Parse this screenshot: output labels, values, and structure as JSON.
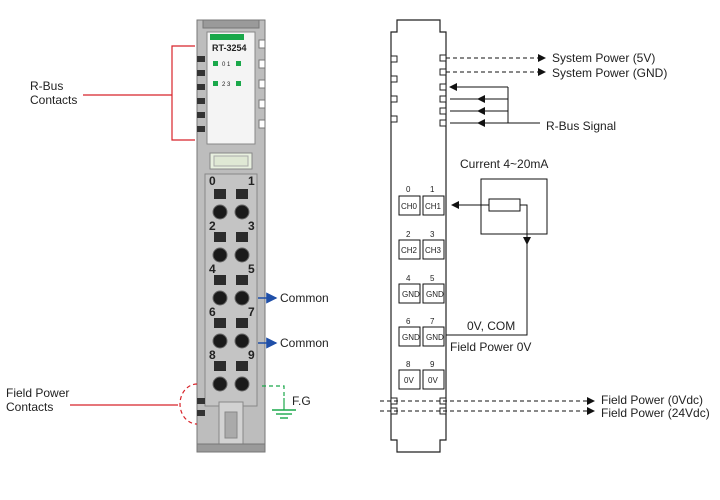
{
  "module": {
    "model": "RT-3254",
    "led_row1": "0  1",
    "led_row2": "2  3",
    "terminal_numbers": [
      "0",
      "1",
      "2",
      "3",
      "4",
      "5",
      "6",
      "7",
      "8",
      "9"
    ]
  },
  "left_labels": {
    "rbus_line1": "R-Bus",
    "rbus_line2": "Contacts",
    "common1": "Common",
    "common2": "Common",
    "field_line1": "Field Power",
    "field_line2": "Contacts",
    "fg": "F.G"
  },
  "schematic": {
    "system_power_5v": "System Power (5V)",
    "system_power_gnd": "System Power (GND)",
    "rbus_signal": "R-Bus Signal",
    "current": "Current 4~20mA",
    "zero_v_com": "0V, COM",
    "field_power_0v": "Field Power 0V",
    "field_power_0vdc": "Field Power (0Vdc)",
    "field_power_24vdc": "Field Power (24Vdc)",
    "terminals": [
      {
        "num": "0",
        "label": "CH0"
      },
      {
        "num": "1",
        "label": "CH1"
      },
      {
        "num": "2",
        "label": "CH2"
      },
      {
        "num": "3",
        "label": "CH3"
      },
      {
        "num": "4",
        "label": "GND"
      },
      {
        "num": "5",
        "label": "GND"
      },
      {
        "num": "6",
        "label": "GND"
      },
      {
        "num": "7",
        "label": "GND"
      },
      {
        "num": "8",
        "label": "0V"
      },
      {
        "num": "9",
        "label": "0V"
      }
    ]
  },
  "colors": {
    "red": "#d8232a",
    "blue": "#1f4fa8",
    "green": "#1aa84a",
    "module_gray": "#c9c9c9"
  }
}
